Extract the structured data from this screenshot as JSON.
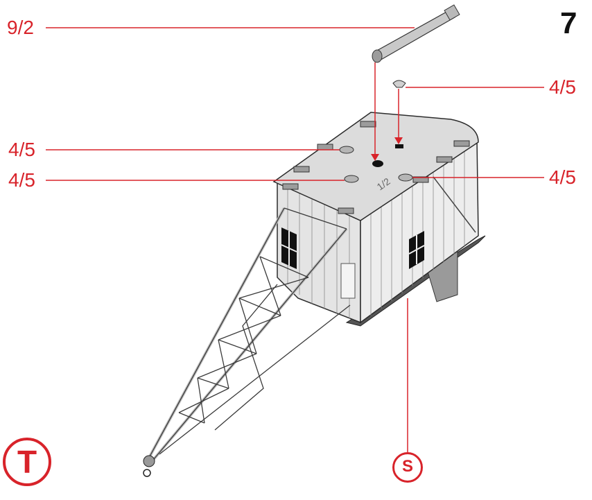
{
  "step_number": "7",
  "callouts": {
    "axle_part": "9/2",
    "peg_top_right": "4/5",
    "peg_upper_left": "4/5",
    "peg_lower_left": "4/5",
    "peg_right": "4/5"
  },
  "badges": {
    "left": "T",
    "bottom": "S"
  },
  "roof_marking": "1/2",
  "colors": {
    "callout_red": "#d8232a",
    "model_light": "#e6e6e6",
    "model_mid": "#cfcfcf",
    "model_dark": "#8c8c8c",
    "outline": "#2b2b2b"
  }
}
